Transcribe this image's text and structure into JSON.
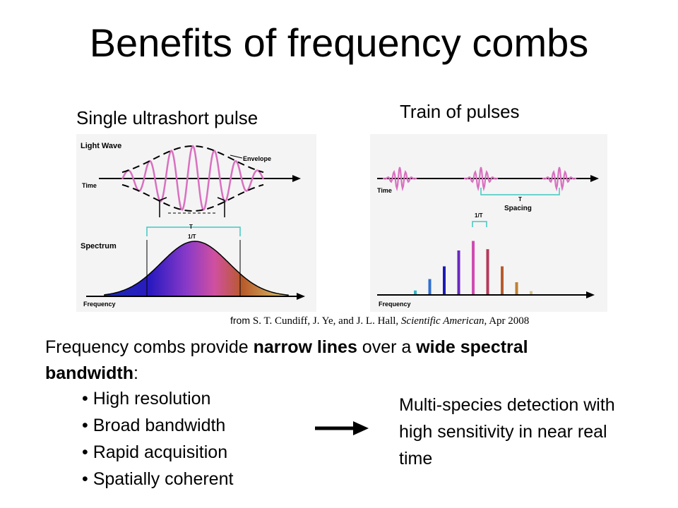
{
  "title": "Benefits of frequency combs",
  "left_figure": {
    "heading": "Single ultrashort pulse",
    "label_light_wave": "Light Wave",
    "label_envelope": "Envelope",
    "label_time": "Time",
    "label_tau": "T",
    "label_inv_tau": "1/T",
    "label_spectrum": "Spectrum",
    "label_frequency": "Frequency"
  },
  "right_figure": {
    "heading": "Train of pulses",
    "label_time": "Time",
    "label_spacing_symbol": "T",
    "label_spacing": "Spacing",
    "label_inv_tau": "1/T",
    "label_frequency": "Frequency",
    "comb_lines": [
      {
        "height": 0.07,
        "color": "#2ab7c9"
      },
      {
        "height": 0.25,
        "color": "#2f6fd0"
      },
      {
        "height": 0.45,
        "color": "#1d1ab8"
      },
      {
        "height": 0.7,
        "color": "#6a28c0"
      },
      {
        "height": 0.85,
        "color": "#d04ab0"
      },
      {
        "height": 0.72,
        "color": "#b4385a"
      },
      {
        "height": 0.45,
        "color": "#b85a2c"
      },
      {
        "height": 0.2,
        "color": "#c08030"
      },
      {
        "height": 0.06,
        "color": "#d8c08a"
      }
    ]
  },
  "citation": {
    "prefix": "from",
    "reference": "S. T. Cundiff, J. Ye, and J. L. Hall, ",
    "journal": "Scientific American",
    "date": ", Apr 2008"
  },
  "body": {
    "t1": "Frequency combs provide ",
    "t2": "narrow lines",
    "t3": " over a ",
    "t4": "wide spectral bandwidth",
    "t5": ":"
  },
  "bullets": [
    "High resolution",
    "Broad bandwidth",
    "Rapid acquisition",
    "Spatially coherent"
  ],
  "result": "Multi-species detection with high sensitivity in near real time"
}
